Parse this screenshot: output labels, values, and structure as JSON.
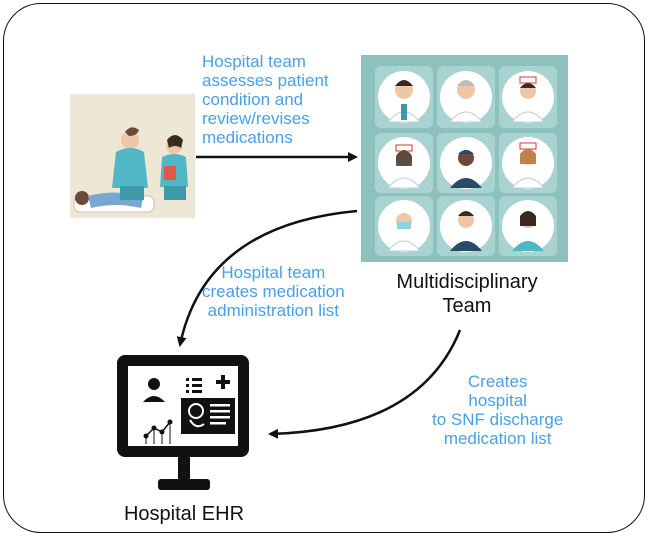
{
  "labels": {
    "assess": "Hospital team\nassesses patient\ncondition and\nreview/revises\nmedications",
    "team": "Multidisciplinary\nTeam",
    "admin_list": "Hospital team\ncreates medication\nadministration list",
    "discharge": "Creates\nhospital\nto SNF discharge\nmedication list",
    "ehr": "Hospital EHR"
  },
  "colors": {
    "label_blue": "#4a9fe6",
    "team_panel": "#7fb6b3",
    "scrubs": "#4fb8c4",
    "ink": "#111111"
  },
  "icons": [
    "care-scene-illustration",
    "doctor-grid-illustration",
    "monitor-ehr-icon"
  ]
}
